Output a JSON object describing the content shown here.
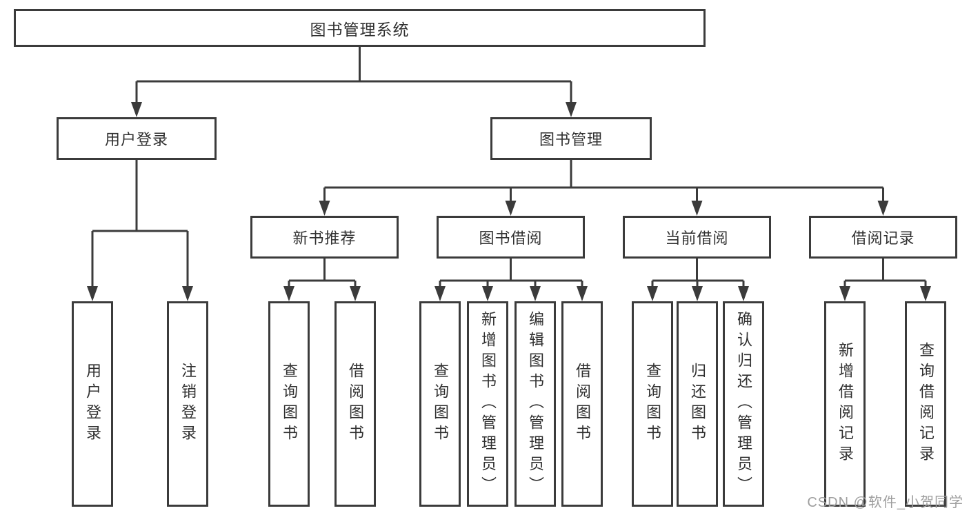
{
  "nodes": {
    "root": "图书管理系统",
    "user_login": {
      "label": "用户登录",
      "children": [
        "用户登录",
        "注销登录"
      ]
    },
    "book_mgmt": {
      "label": "图书管理"
    },
    "new_books": {
      "label": "新书推荐",
      "children": [
        "查询图书",
        "借阅图书"
      ]
    },
    "book_borrow": {
      "label": "图书借阅",
      "children": [
        "查询图书",
        "新增图书（管理员）",
        "编辑图书（管理员）",
        "借阅图书"
      ]
    },
    "current_borrow": {
      "label": "当前借阅",
      "children": [
        "查询图书",
        "归还图书",
        "确认归还（管理员）"
      ]
    },
    "borrow_records": {
      "label": "借阅记录",
      "children": [
        "新增借阅记录",
        "查询借阅记录"
      ]
    }
  },
  "watermark": "CSDN @软件_小贺同学",
  "colors": {
    "line": "#3b3b3b",
    "text": "#303030",
    "background": "#ffffff",
    "watermark": "#9e9e9e"
  }
}
